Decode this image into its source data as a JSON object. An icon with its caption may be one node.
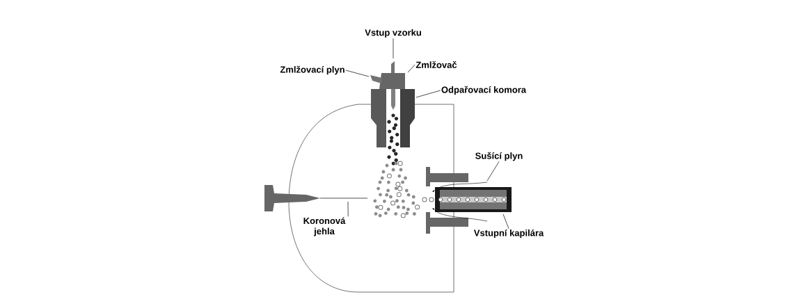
{
  "diagram": {
    "nodes": [
      {
        "text": [
          "Vstup vzorku"
        ]
      },
      {
        "text": [
          "Zmlžovací plyn"
        ]
      },
      {
        "text": [
          "Zmlžovač"
        ]
      },
      {
        "text": [
          "Odpařovací komora"
        ]
      },
      {
        "text": [
          "Sušící plyn"
        ]
      },
      {
        "text": [
          "Koronová jehla"
        ]
      },
      {
        "text": [
          "Vstupní kapilára"
        ]
      }
    ],
    "edges": [
      {
        "from": 0,
        "to": null,
        "arrow": "none"
      },
      {
        "from": 1,
        "to": null,
        "arrow": "none"
      },
      {
        "from": 2,
        "to": null,
        "arrow": "none"
      },
      {
        "from": 3,
        "to": null,
        "arrow": "none"
      },
      {
        "from": 4,
        "to": null,
        "arrow": "none"
      },
      {
        "from": 5,
        "to": null,
        "arrow": "none"
      },
      {
        "from": 6,
        "to": null,
        "arrow": "none"
      }
    ]
  }
}
